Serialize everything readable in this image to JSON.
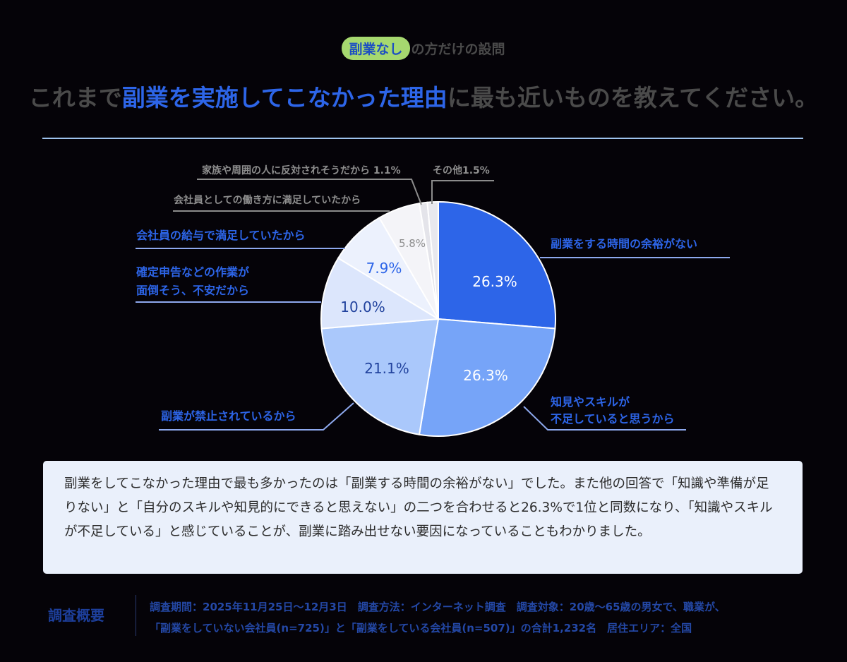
{
  "header": {
    "tag_pill": "副業なし",
    "tag_suffix": "の方だけの設問",
    "title_pre": "これまで",
    "title_highlight": "副業を実施してこなかった理由",
    "title_post": "に最も近いものを教えてください。"
  },
  "chart_data": {
    "type": "pie",
    "title": "これまで副業を実施してこなかった理由に最も近いものを教えてください。",
    "start_angle": "12 o'clock, clockwise",
    "categories": [
      "副業をする時間の余裕がない",
      "知見やスキルが不足していると思うから",
      "副業が禁止されているから",
      "確定申告などの作業が面倒そう、不安だから",
      "会社員の給与で満足していたから",
      "会社員としての働き方に満足していたから",
      "家族や周囲の人に反対されそうだから",
      "その他"
    ],
    "values": [
      26.3,
      26.3,
      21.1,
      10.0,
      7.9,
      5.8,
      1.1,
      1.5
    ],
    "value_labels": [
      "26.3%",
      "26.3%",
      "21.1%",
      "10.0%",
      "7.9%",
      "5.8%",
      "1.1%",
      "1.5%"
    ],
    "colors": [
      "#2d65e8",
      "#76a4f8",
      "#aac8fb",
      "#dce6fc",
      "#ecf1fd",
      "#f4f4f8",
      "#e4e4ea",
      "#e8e8ee"
    ],
    "unit": "%"
  },
  "labels": {
    "jikan": "副業をする時間の余裕がない",
    "skill_line1": "知見やスキルが",
    "skill_line2": "不足していると思うから",
    "kinshi": "副業が禁止されているから",
    "kakutei_line1": "確定申告などの作業が",
    "kakutei_line2": "面倒そう、不安だから",
    "kyuyo": "会社員の給与で満足していたから",
    "hatarakikata": "会社員としての働き方に満足していたから",
    "kazoku": "家族や周囲の人に反対されそうだから 1.1%",
    "sonota": "その他1.5%"
  },
  "summary": {
    "text": "副業をしてこなかった理由で最も多かったのは「副業する時間の余裕がない」でした。また他の回答で「知識や準備が足りない」と「自分のスキルや知見的にできると思えない」の二つを合わせると26.3%で1位と同数になり、「知識やスキルが不足している」と感じていることが、副業に踏み出せない要因になっていることもわかりました。"
  },
  "survey": {
    "heading": "調査概要",
    "line1": "調査期間：2025年11月25日〜12月3日　調査方法：インターネット調査　調査対象：20歳〜65歳の男女で、職業が、",
    "line2": "「副業をしていない会社員(n=725)」と「副業をしている会社員(n=507)」の合計1,232名　居住エリア：全国"
  }
}
